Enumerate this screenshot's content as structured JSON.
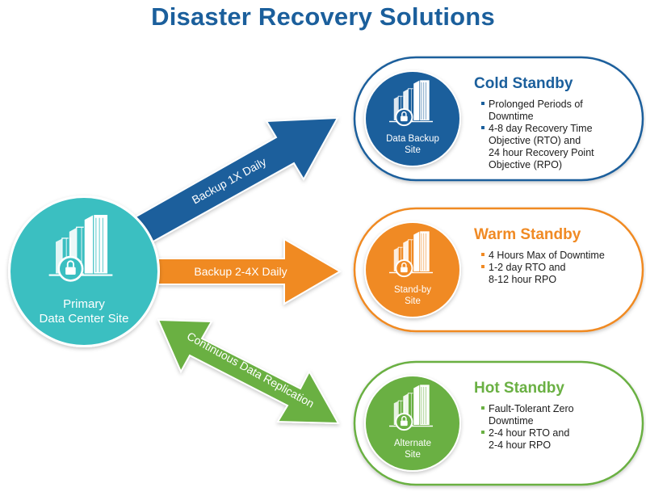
{
  "title": "Disaster Recovery Solutions",
  "colors": {
    "title": "#1b5f9c",
    "primary": "#3bbfc1",
    "cold": "#1b5f9c",
    "warm": "#f08a24",
    "hot": "#6ab043",
    "text": "#1c1c1c"
  },
  "primary_site": {
    "label_lines": [
      "Primary",
      "Data Center Site"
    ],
    "icon": "building-lock-icon"
  },
  "arrows": [
    {
      "id": "cold",
      "label": "Backup 1X Daily",
      "direction": "one-way"
    },
    {
      "id": "warm",
      "label": "Backup 2-4X Daily",
      "direction": "one-way"
    },
    {
      "id": "hot",
      "label": "Continuous Data Replication",
      "direction": "two-way"
    }
  ],
  "solutions": [
    {
      "id": "cold",
      "title": "Cold Standby",
      "site_label_lines": [
        "Data Backup",
        "Site"
      ],
      "icon": "building-lock-icon",
      "bullets": [
        {
          "lines": [
            "Prolonged Periods of",
            "Downtime"
          ]
        },
        {
          "lines": [
            "4-8 day Recovery Time",
            "Objective (RTO) and",
            "24 hour Recovery Point",
            "Objective (RPO)"
          ]
        }
      ]
    },
    {
      "id": "warm",
      "title": "Warm Standby",
      "site_label_lines": [
        "Stand-by",
        "Site"
      ],
      "icon": "building-lock-icon",
      "bullets": [
        {
          "lines": [
            "4 Hours Max of Downtime"
          ]
        },
        {
          "lines": [
            "1-2 day RTO and",
            "8-12 hour RPO"
          ]
        }
      ]
    },
    {
      "id": "hot",
      "title": "Hot Standby",
      "site_label_lines": [
        "Alternate",
        "Site"
      ],
      "icon": "building-lock-icon",
      "bullets": [
        {
          "lines": [
            "Fault-Tolerant Zero",
            "Downtime"
          ]
        },
        {
          "lines": [
            "2-4 hour RTO and",
            "2-4 hour RPO"
          ]
        }
      ]
    }
  ]
}
